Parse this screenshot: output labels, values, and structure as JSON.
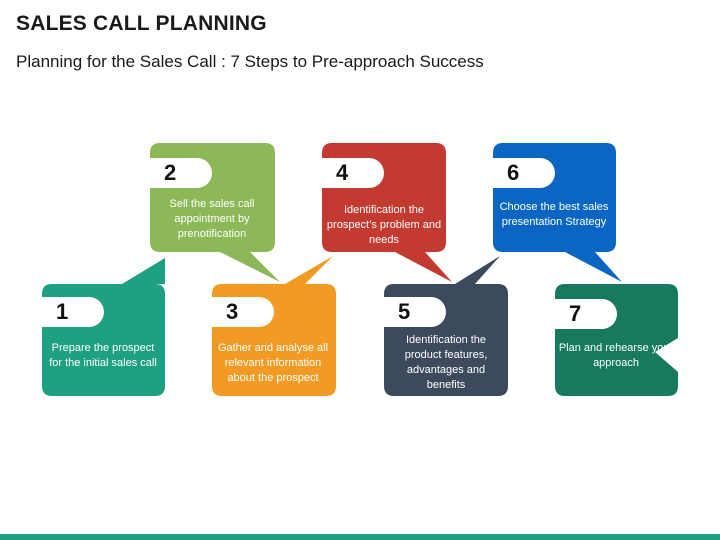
{
  "header": {
    "title": "SALES CALL PLANNING",
    "subtitle": "Planning for the Sales Call : 7 Steps to Pre-approach Success"
  },
  "steps": [
    {
      "number": "1",
      "text": "Prepare the prospect for the initial sales call",
      "color": "#1ea082"
    },
    {
      "number": "2",
      "text": "Sell the sales call appointment by prenotification",
      "color": "#8db858"
    },
    {
      "number": "3",
      "text": "Gather and analyse all relevant information about the prospect",
      "color": "#f29b24"
    },
    {
      "number": "4",
      "text": "Identification the prospect’s problem and needs",
      "color": "#c33a30"
    },
    {
      "number": "5",
      "text": "Identification the product features, advantages and benefits",
      "color": "#3d4a5d"
    },
    {
      "number": "6",
      "text": "Choose the best sales presentation Strategy",
      "color": "#0a66c2"
    },
    {
      "number": "7",
      "text": "Plan and rehearse your approach",
      "color": "#177a5e"
    }
  ]
}
